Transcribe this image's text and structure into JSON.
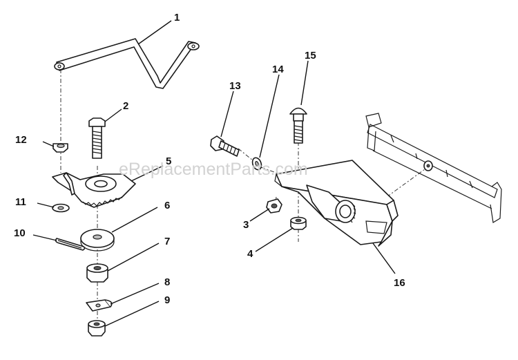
{
  "watermark": "eReplacementParts.com",
  "callouts": {
    "p1": "1",
    "p2": "2",
    "p3": "3",
    "p4": "4",
    "p5": "5",
    "p6": "6",
    "p7": "7",
    "p8": "8",
    "p9": "9",
    "p10": "10",
    "p11": "11",
    "p12": "12",
    "p13": "13",
    "p14": "14",
    "p15": "15",
    "p16": "16"
  },
  "colors": {
    "line": "#1a1a1a",
    "watermark": "#cfcfcf",
    "background": "#ffffff"
  }
}
